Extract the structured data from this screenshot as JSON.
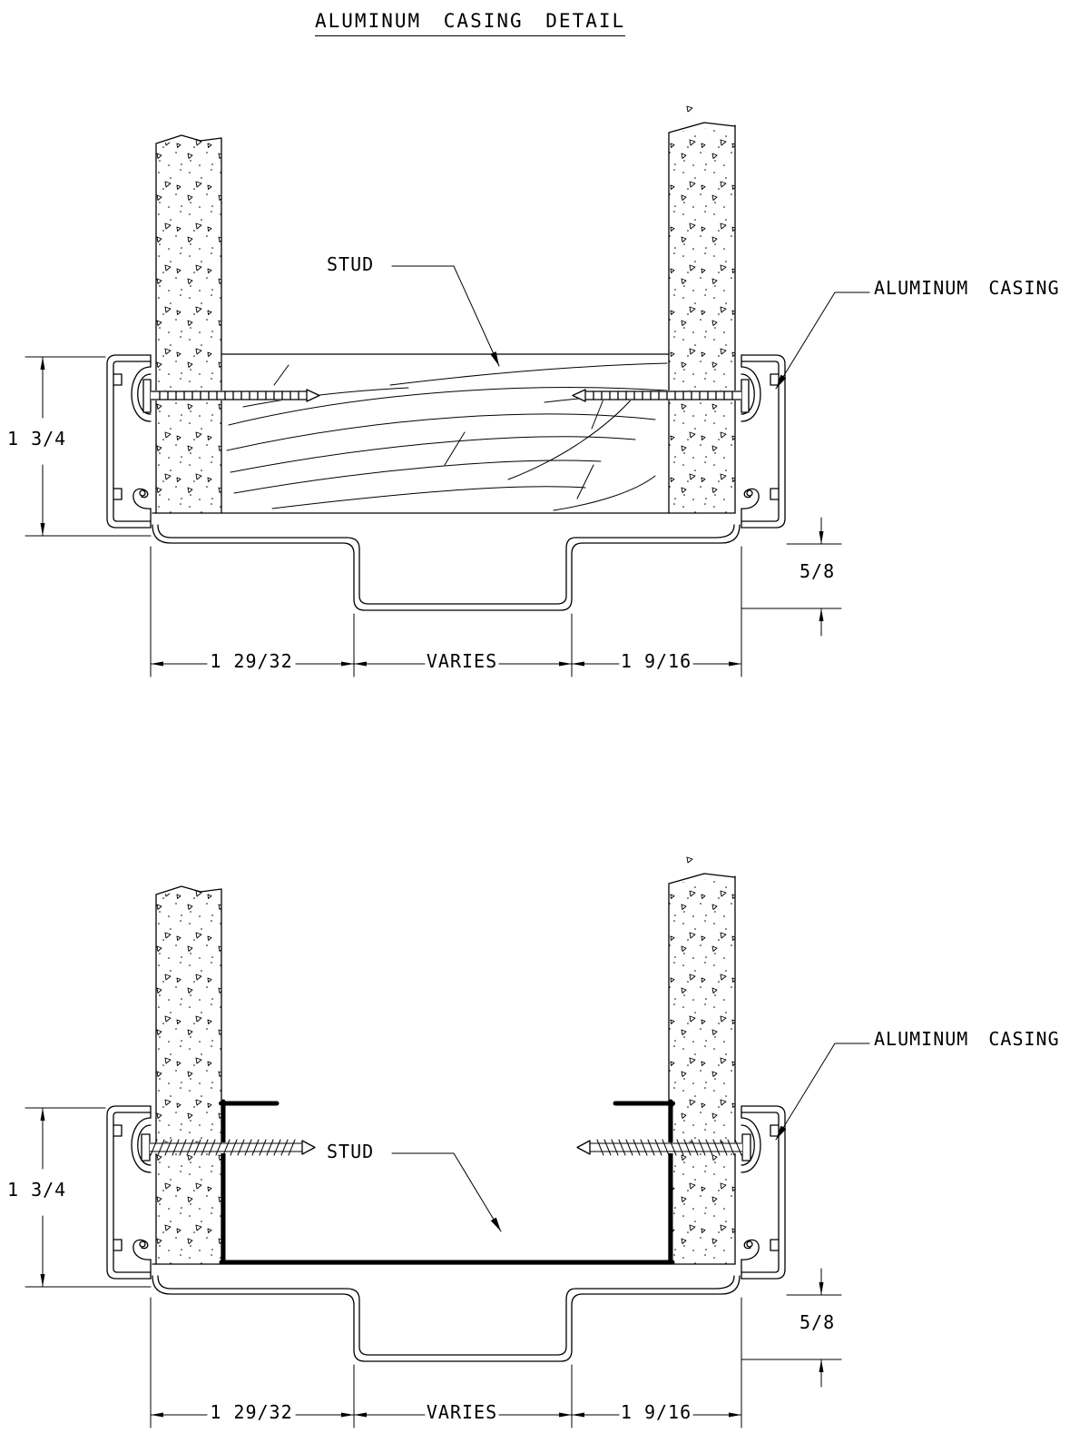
{
  "title": "ALUMINUM CASING DETAIL",
  "colors": {
    "line": "#000000",
    "background": "#ffffff"
  },
  "top_detail": {
    "name": "wood blocking condition",
    "stud_label": "STUD",
    "casing_label": "ALUMINUM CASING",
    "dim_height": "1 3/4",
    "dim_reveal": "5/8",
    "dim_left": "1 29/32",
    "dim_center": "VARIES",
    "dim_right": "1 9/16"
  },
  "bottom_detail": {
    "name": "metal stud condition",
    "stud_label": "STUD",
    "casing_label": "ALUMINUM CASING",
    "dim_height": "1 3/4",
    "dim_reveal": "5/8",
    "dim_left": "1 29/32",
    "dim_center": "VARIES",
    "dim_right": "1 9/16"
  }
}
